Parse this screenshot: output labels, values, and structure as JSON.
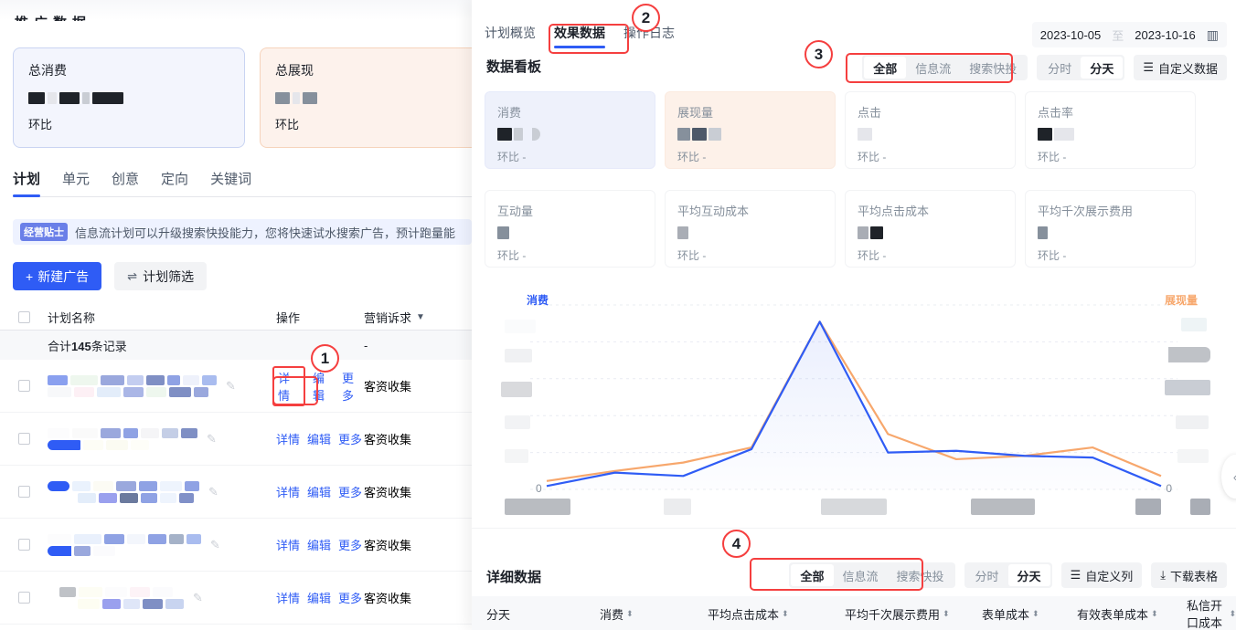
{
  "left": {
    "clipped_title": "推广数据",
    "summary_cards": [
      {
        "title": "总消费",
        "sub": "环比"
      },
      {
        "title": "总展现",
        "sub": "环比"
      }
    ],
    "tabs": [
      {
        "label": "计划",
        "active": true
      },
      {
        "label": "单元",
        "active": false
      },
      {
        "label": "创意",
        "active": false
      },
      {
        "label": "定向",
        "active": false
      },
      {
        "label": "关键词",
        "active": false
      }
    ],
    "tip": {
      "badge": "经营贴士",
      "text": "信息流计划可以升级搜索快投能力，您将快速试水搜索广告，预计跑量能"
    },
    "buttons": {
      "create": "新建广告",
      "create_plus": "+",
      "filter": "计划筛选"
    },
    "table": {
      "headers": {
        "name": "计划名称",
        "operation": "操作",
        "goal": "营销诉求"
      },
      "total_prefix": "合计",
      "total_count": "145",
      "total_suffix": "条记录",
      "total_goal": "-",
      "ops": {
        "detail": "详情",
        "edit": "编辑",
        "more": "更多"
      },
      "rows": [
        {
          "goal": "客资收集"
        },
        {
          "goal": "客资收集"
        },
        {
          "goal": "客资收集"
        },
        {
          "goal": "客资收集"
        },
        {
          "goal": "客资收集"
        }
      ]
    }
  },
  "right": {
    "tabs": [
      {
        "label": "计划概览",
        "active": false
      },
      {
        "label": "效果数据",
        "active": true
      },
      {
        "label": "操作日志",
        "active": false
      }
    ],
    "date_range": {
      "start": "2023-10-05",
      "sep": "至",
      "end": "2023-10-16"
    },
    "board_title": "数据看板",
    "channel_seg": [
      {
        "label": "全部",
        "on": true
      },
      {
        "label": "信息流",
        "on": false
      },
      {
        "label": "搜索快投",
        "on": false
      }
    ],
    "time_seg": [
      {
        "label": "分时",
        "on": false
      },
      {
        "label": "分天",
        "on": true
      }
    ],
    "custom_data_button": "自定义数据",
    "metrics": [
      {
        "title": "消费",
        "sub": "环比 -",
        "theme": "blue"
      },
      {
        "title": "展现量",
        "sub": "环比 -",
        "theme": "peach"
      },
      {
        "title": "点击",
        "sub": "环比 -",
        "theme": "plain"
      },
      {
        "title": "点击率",
        "sub": "环比 -",
        "theme": "plain"
      },
      {
        "title": "互动量",
        "sub": "环比 -",
        "theme": "plain"
      },
      {
        "title": "平均互动成本",
        "sub": "环比 -",
        "theme": "plain"
      },
      {
        "title": "平均点击成本",
        "sub": "环比 -",
        "theme": "plain"
      },
      {
        "title": "平均千次展示费用",
        "sub": "环比 -",
        "theme": "plain"
      }
    ],
    "detail": {
      "title": "详细数据",
      "channel_seg": [
        {
          "label": "全部",
          "on": true
        },
        {
          "label": "信息流",
          "on": false
        },
        {
          "label": "搜索快投",
          "on": false
        }
      ],
      "time_seg": [
        {
          "label": "分时",
          "on": false
        },
        {
          "label": "分天",
          "on": true
        }
      ],
      "custom_col_button": "自定义列",
      "download_button": "下载表格",
      "headers": [
        {
          "label": "分天",
          "sortable": false
        },
        {
          "label": "消费",
          "sortable": true
        },
        {
          "label": "平均点击成本",
          "sortable": true
        },
        {
          "label": "平均千次展示费用",
          "sortable": true
        },
        {
          "label": "表单成本",
          "sortable": true
        },
        {
          "label": "有效表单成本",
          "sortable": true
        },
        {
          "label": "私信开口成本",
          "sortable": true
        }
      ]
    },
    "collapse_glyph": "‹"
  },
  "badges": [
    {
      "n": "1"
    },
    {
      "n": "2"
    },
    {
      "n": "3"
    },
    {
      "n": "4"
    }
  ],
  "chart_data": {
    "type": "line",
    "title": "",
    "series": [
      {
        "name": "消费",
        "color": "#2f5cf5",
        "axis": "left",
        "values": [
          2,
          10,
          8,
          24,
          100,
          22,
          23,
          20,
          19,
          2
        ]
      },
      {
        "name": "展现量",
        "color": "#f7a76c",
        "axis": "right",
        "values": [
          5,
          11,
          16,
          25,
          100,
          33,
          18,
          20,
          25,
          8
        ]
      }
    ],
    "x": [
      "",
      "",
      "",
      "",
      "",
      "",
      "",
      "",
      "",
      ""
    ],
    "left_axis_label": "消费",
    "right_axis_label": "展现量",
    "left_zero": "0",
    "right_zero": "0",
    "ylim": [
      0,
      110
    ],
    "grid": true,
    "legend": "axis-top",
    "tick_labels_blurred": true
  },
  "colors": {
    "brand": "#2f5cf5",
    "accent_orange": "#f7a76c",
    "highlight": "#f53f3f",
    "card_blue": "#eef1fb",
    "card_peach": "#fdf1e9"
  }
}
